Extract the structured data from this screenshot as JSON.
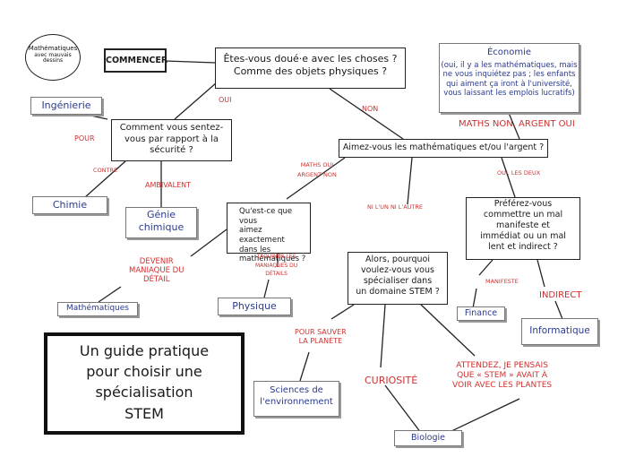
{
  "title_badge": {
    "line1": "Mathématiques",
    "line2": "avec mauvais",
    "line3": "dessins"
  },
  "start_label": "COMMENCER",
  "q_good_with": {
    "line1": "Êtes-vous doué·e avec les choses ?",
    "line2": "Comme des objets physiques ?"
  },
  "q_security": {
    "line1": "Comment vous sentez-",
    "line2": "vous par rapport à la",
    "line3": "sécurité ?"
  },
  "q_math_money": "Aimez-vous les mathématiques et/ou l'argent ?",
  "q_what_love": {
    "line1": "Qu'est-ce que vous",
    "line2": "aimez exactement",
    "line3": "dans les",
    "line4": "mathématiques ?"
  },
  "q_specialize": {
    "line1": "Alors, pourquoi",
    "line2": "voulez-vous vous",
    "line3": "spécialiser dans",
    "line4": "un domaine STEM ?"
  },
  "q_prefer": {
    "line1": "Préférez-vous",
    "line2": "commettre un mal",
    "line3": "manifeste et",
    "line4": "immédiat ou un mal",
    "line5": "lent et indirect ?"
  },
  "economics": {
    "title": "Économie",
    "line1": "(oui, il y a les mathématiques, mais",
    "line2": "ne vous inquiétez pas ; les enfants",
    "line3": "qui aiment ça iront à l'université,",
    "line4": "vous laissant les emplois lucratifs)"
  },
  "outcomes": {
    "engineering": "Ingénierie",
    "chemistry": "Chimie",
    "chem_eng_1": "Génie",
    "chem_eng_2": "chimique",
    "math": "Mathématiques",
    "physics": "Physique",
    "env_science_1": "Sciences de",
    "env_science_2": "l'environnement",
    "biology": "Biologie",
    "finance": "Finance",
    "cs": "Informatique"
  },
  "edge_labels": {
    "yes": "OUI",
    "no": "NON",
    "for": "POUR",
    "against": "CONTRE",
    "ambivalent": "AMBIVALENT",
    "math_yes_money_no_1": "MATHS OUI",
    "math_yes_money_no_2": "ARGENT NON",
    "neither": "NI L'UN NI L'AUTRE",
    "both": "OUI, LES DEUX",
    "math_no_money_yes": "MATHS NON, ARGENT OUI",
    "maniac_1": "DEVENIR",
    "maniac_2": "MANIAQUE DU",
    "maniac_3": "DÉTAIL",
    "tease_1": "TAQUINER LES",
    "tease_2": "MANIAQUES DU",
    "tease_3": "DÉTAILS",
    "save_1": "POUR SAUVER",
    "save_2": "LA PLANÈTE",
    "curiosity": "CURIOSITÉ",
    "plants_1": "ATTENDEZ, JE PENSAIS",
    "plants_2": "QUE « STEM » AVAIT À",
    "plants_3": "VOIR AVEC LES PLANTES",
    "overt": "MANIFESTE",
    "indirect": "INDIRECT"
  },
  "guide_title": {
    "line1": "Un guide pratique",
    "line2": "pour choisir une",
    "line3": "spécialisation",
    "line4": "STEM"
  }
}
